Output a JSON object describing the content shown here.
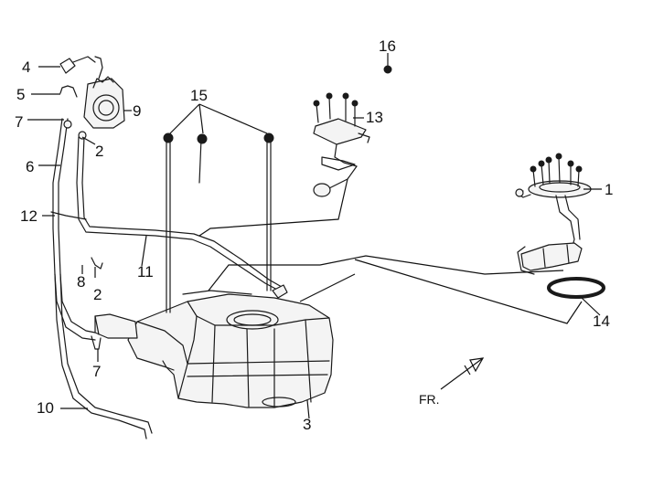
{
  "callouts": {
    "c1": "1",
    "c2a": "2",
    "c2b": "2",
    "c3": "3",
    "c4": "4",
    "c5": "5",
    "c6": "6",
    "c7a": "7",
    "c7b": "7",
    "c8": "8",
    "c9": "9",
    "c10": "10",
    "c11": "11",
    "c12": "12",
    "c13": "13",
    "c14": "14",
    "c15": "15",
    "c16": "16"
  },
  "direction": {
    "label": "FR."
  }
}
